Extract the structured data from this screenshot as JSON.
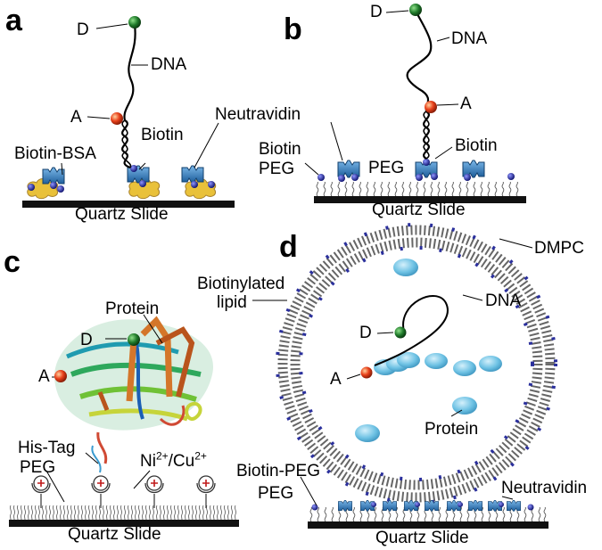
{
  "colors": {
    "donor": "#1f7a2a",
    "acceptor": "#e8401a",
    "neutravidin": "#2f7fc2",
    "bsa": "#e9c13a",
    "biotin": "#1a1f8c",
    "protein_blob": "#6ec2e4",
    "slide": "#111111"
  },
  "panels": [
    {
      "letter": "a",
      "donor": "D",
      "acceptor": "A",
      "dna": "DNA",
      "bsa": "Biotin-BSA",
      "biotin": "Biotin",
      "neutravidin": "Neutravidin",
      "slide": "Quartz Slide"
    },
    {
      "letter": "b",
      "donor": "D",
      "acceptor": "A",
      "dna": "DNA",
      "biotin_peg_1": "Biotin",
      "biotin_peg_2": "PEG",
      "peg": "PEG",
      "biotin": "Biotin",
      "slide": "Quartz Slide"
    },
    {
      "letter": "c",
      "protein": "Protein",
      "donor": "D",
      "acceptor": "A",
      "histag": "His-Tag",
      "peg": "PEG",
      "ni": "Ni",
      "ni_sup": "2+",
      "cu": "/Cu",
      "cu_sup": "2+",
      "slide": "Quartz Slide"
    },
    {
      "letter": "d",
      "dmpc": "DMPC",
      "biotinylated_1": "Biotinylated",
      "biotinylated_2": "lipid",
      "dna": "DNA",
      "donor": "D",
      "acceptor": "A",
      "protein": "Protein",
      "biotin_peg": "Biotin-PEG",
      "peg": "PEG",
      "neutravidin": "Neutravidin",
      "slide": "Quartz Slide"
    }
  ]
}
